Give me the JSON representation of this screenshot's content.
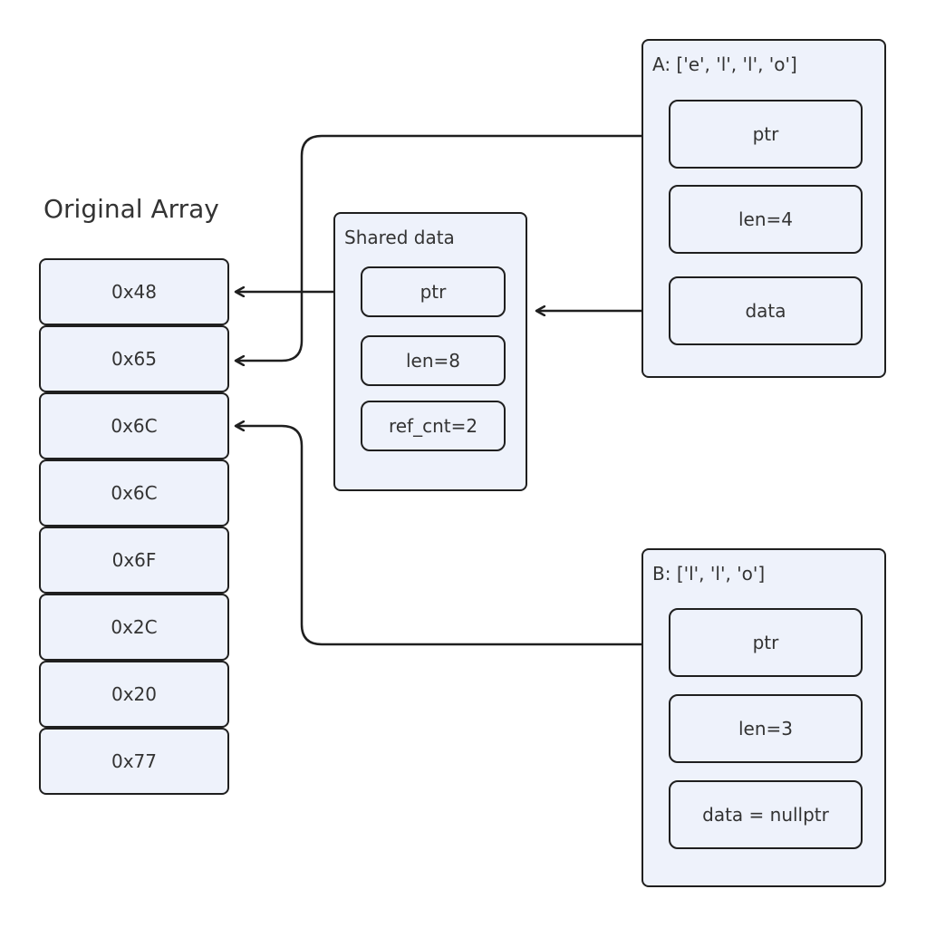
{
  "original_array": {
    "title": "Original Array",
    "cells": [
      "0x48",
      "0x65",
      "0x6C",
      "0x6C",
      "0x6F",
      "0x2C",
      "0x20",
      "0x77"
    ]
  },
  "shared": {
    "title": "Shared data",
    "ptr": "ptr",
    "len": "len=8",
    "ref_cnt": "ref_cnt=2"
  },
  "a": {
    "title": "A: ['e', 'l', 'l', 'o']",
    "ptr": "ptr",
    "len": "len=4",
    "data": "data"
  },
  "b": {
    "title": "B: ['l', 'l', 'o']",
    "ptr": "ptr",
    "len": "len=3",
    "data": "data = nullptr"
  }
}
